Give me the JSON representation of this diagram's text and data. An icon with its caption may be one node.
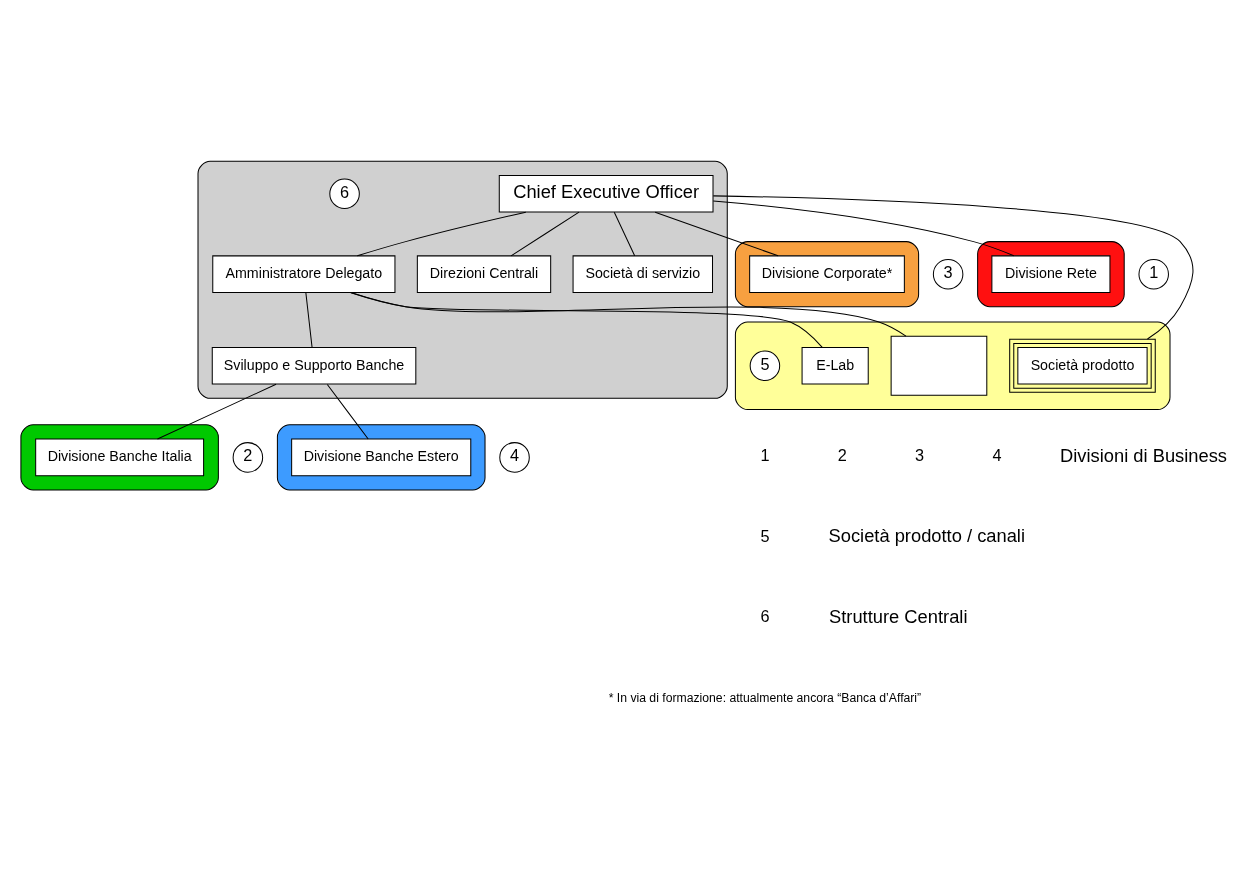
{
  "diagram": {
    "nodes": [
      {
        "text": [],
        "shape": "ellipse"
      },
      {
        "text": [
          "Chief Executive Officer"
        ],
        "in": 0
      },
      {
        "text": [
          "Amministratore Delegato"
        ],
        "in": 0
      },
      {
        "text": [
          "6"
        ],
        "in": 0
      },
      {
        "text": [
          "Direzioni Centrali"
        ],
        "in": 0
      },
      {
        "text": [
          "Società di servizio"
        ],
        "in": 0
      },
      {
        "text": [
          "Sviluppo e Supporto Banche"
        ],
        "in": 0
      },
      {
        "text": [],
        "shape": "ellipse"
      },
      {
        "text": [
          "3"
        ]
      },
      {
        "text": [
          "Divisione Corporate*"
        ],
        "in": 7
      },
      {
        "text": [],
        "shape": "ellipse"
      },
      {
        "text": [
          "1"
        ]
      },
      {
        "text": [
          "Divisione Rete"
        ],
        "in": 10
      },
      {
        "text": [],
        "shape": "ellipse"
      },
      {
        "text": [
          "2"
        ]
      },
      {
        "text": [
          "Divisione Banche Italia"
        ],
        "in": 13
      },
      {
        "text": [],
        "shape": "ellipse"
      },
      {
        "text": [
          "Divisione Banche Estero"
        ],
        "in": 16
      },
      {
        "text": [
          "4"
        ]
      },
      {
        "text": [],
        "shape": "ellipse"
      },
      {
        "text": [
          "Società prodotto"
        ],
        "in": 19
      },
      {
        "text": [],
        "shape": "box",
        "in": 19
      },
      {
        "text": [
          "E-Lab"
        ],
        "in": 19
      },
      {
        "text": [
          "5"
        ],
        "in": 19
      }
    ],
    "edges": [
      {
        "from": 1,
        "to": 2,
        "arrow": "none"
      },
      {
        "from": 1,
        "to": 4,
        "arrow": "none"
      },
      {
        "from": 1,
        "to": 5,
        "arrow": "none"
      },
      {
        "from": 1,
        "to": 9,
        "arrow": "none"
      },
      {
        "from": 1,
        "to": 12,
        "arrow": "none"
      },
      {
        "from": 1,
        "to": 20,
        "arrow": "none"
      },
      {
        "from": 2,
        "to": 6,
        "arrow": "none"
      },
      {
        "from": 6,
        "to": 15,
        "arrow": "none"
      },
      {
        "from": 6,
        "to": 17,
        "arrow": "none"
      },
      {
        "from": 2,
        "to": 21,
        "arrow": "none"
      },
      {
        "from": 2,
        "to": 22,
        "arrow": "none"
      }
    ],
    "labels": [
      "1",
      "2",
      "3",
      "4",
      "5",
      "6",
      "* In via di formazione: attualmente ancora “Banca d’Affari”"
    ],
    "legend": [
      {
        "text": "Divisioni di Business"
      },
      {
        "text": "Società prodotto / canali"
      },
      {
        "text": "Strutture Centrali"
      }
    ]
  }
}
